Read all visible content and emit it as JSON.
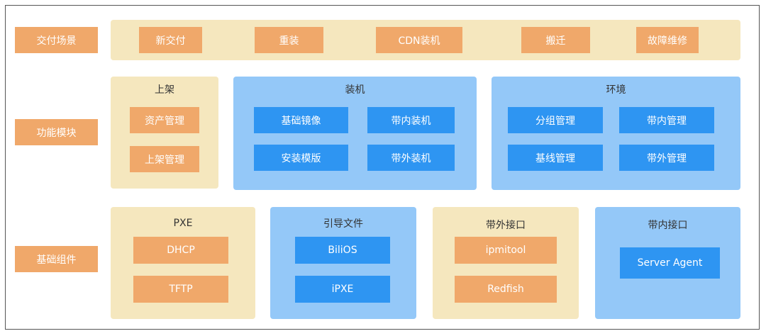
{
  "rows": {
    "scenario": "交付场景",
    "module": "功能模块",
    "component": "基础组件"
  },
  "scenarios": [
    "新交付",
    "重装",
    "CDN装机",
    "搬迁",
    "故障维修"
  ],
  "modules": {
    "shelf": {
      "title": "上架",
      "items": [
        "资产管理",
        "上架管理"
      ]
    },
    "install": {
      "title": "装机",
      "items": [
        "基础镜像",
        "带内装机",
        "安装模版",
        "带外装机"
      ]
    },
    "env": {
      "title": "环境",
      "items": [
        "分组管理",
        "带内管理",
        "基线管理",
        "带外管理"
      ]
    }
  },
  "components": {
    "pxe": {
      "title": "PXE",
      "items": [
        "DHCP",
        "TFTP"
      ]
    },
    "boot": {
      "title": "引导文件",
      "items": [
        "BiliOS",
        "iPXE"
      ]
    },
    "oob": {
      "title": "带外接口",
      "items": [
        "ipmitool",
        "Redfish"
      ]
    },
    "inband": {
      "title": "带内接口",
      "items": [
        "Server Agent"
      ]
    }
  },
  "colors": {
    "orange": "#F0A86A",
    "cream": "#F5E7BE",
    "light_blue": "#94C8F8",
    "blue": "#2E95F2"
  }
}
